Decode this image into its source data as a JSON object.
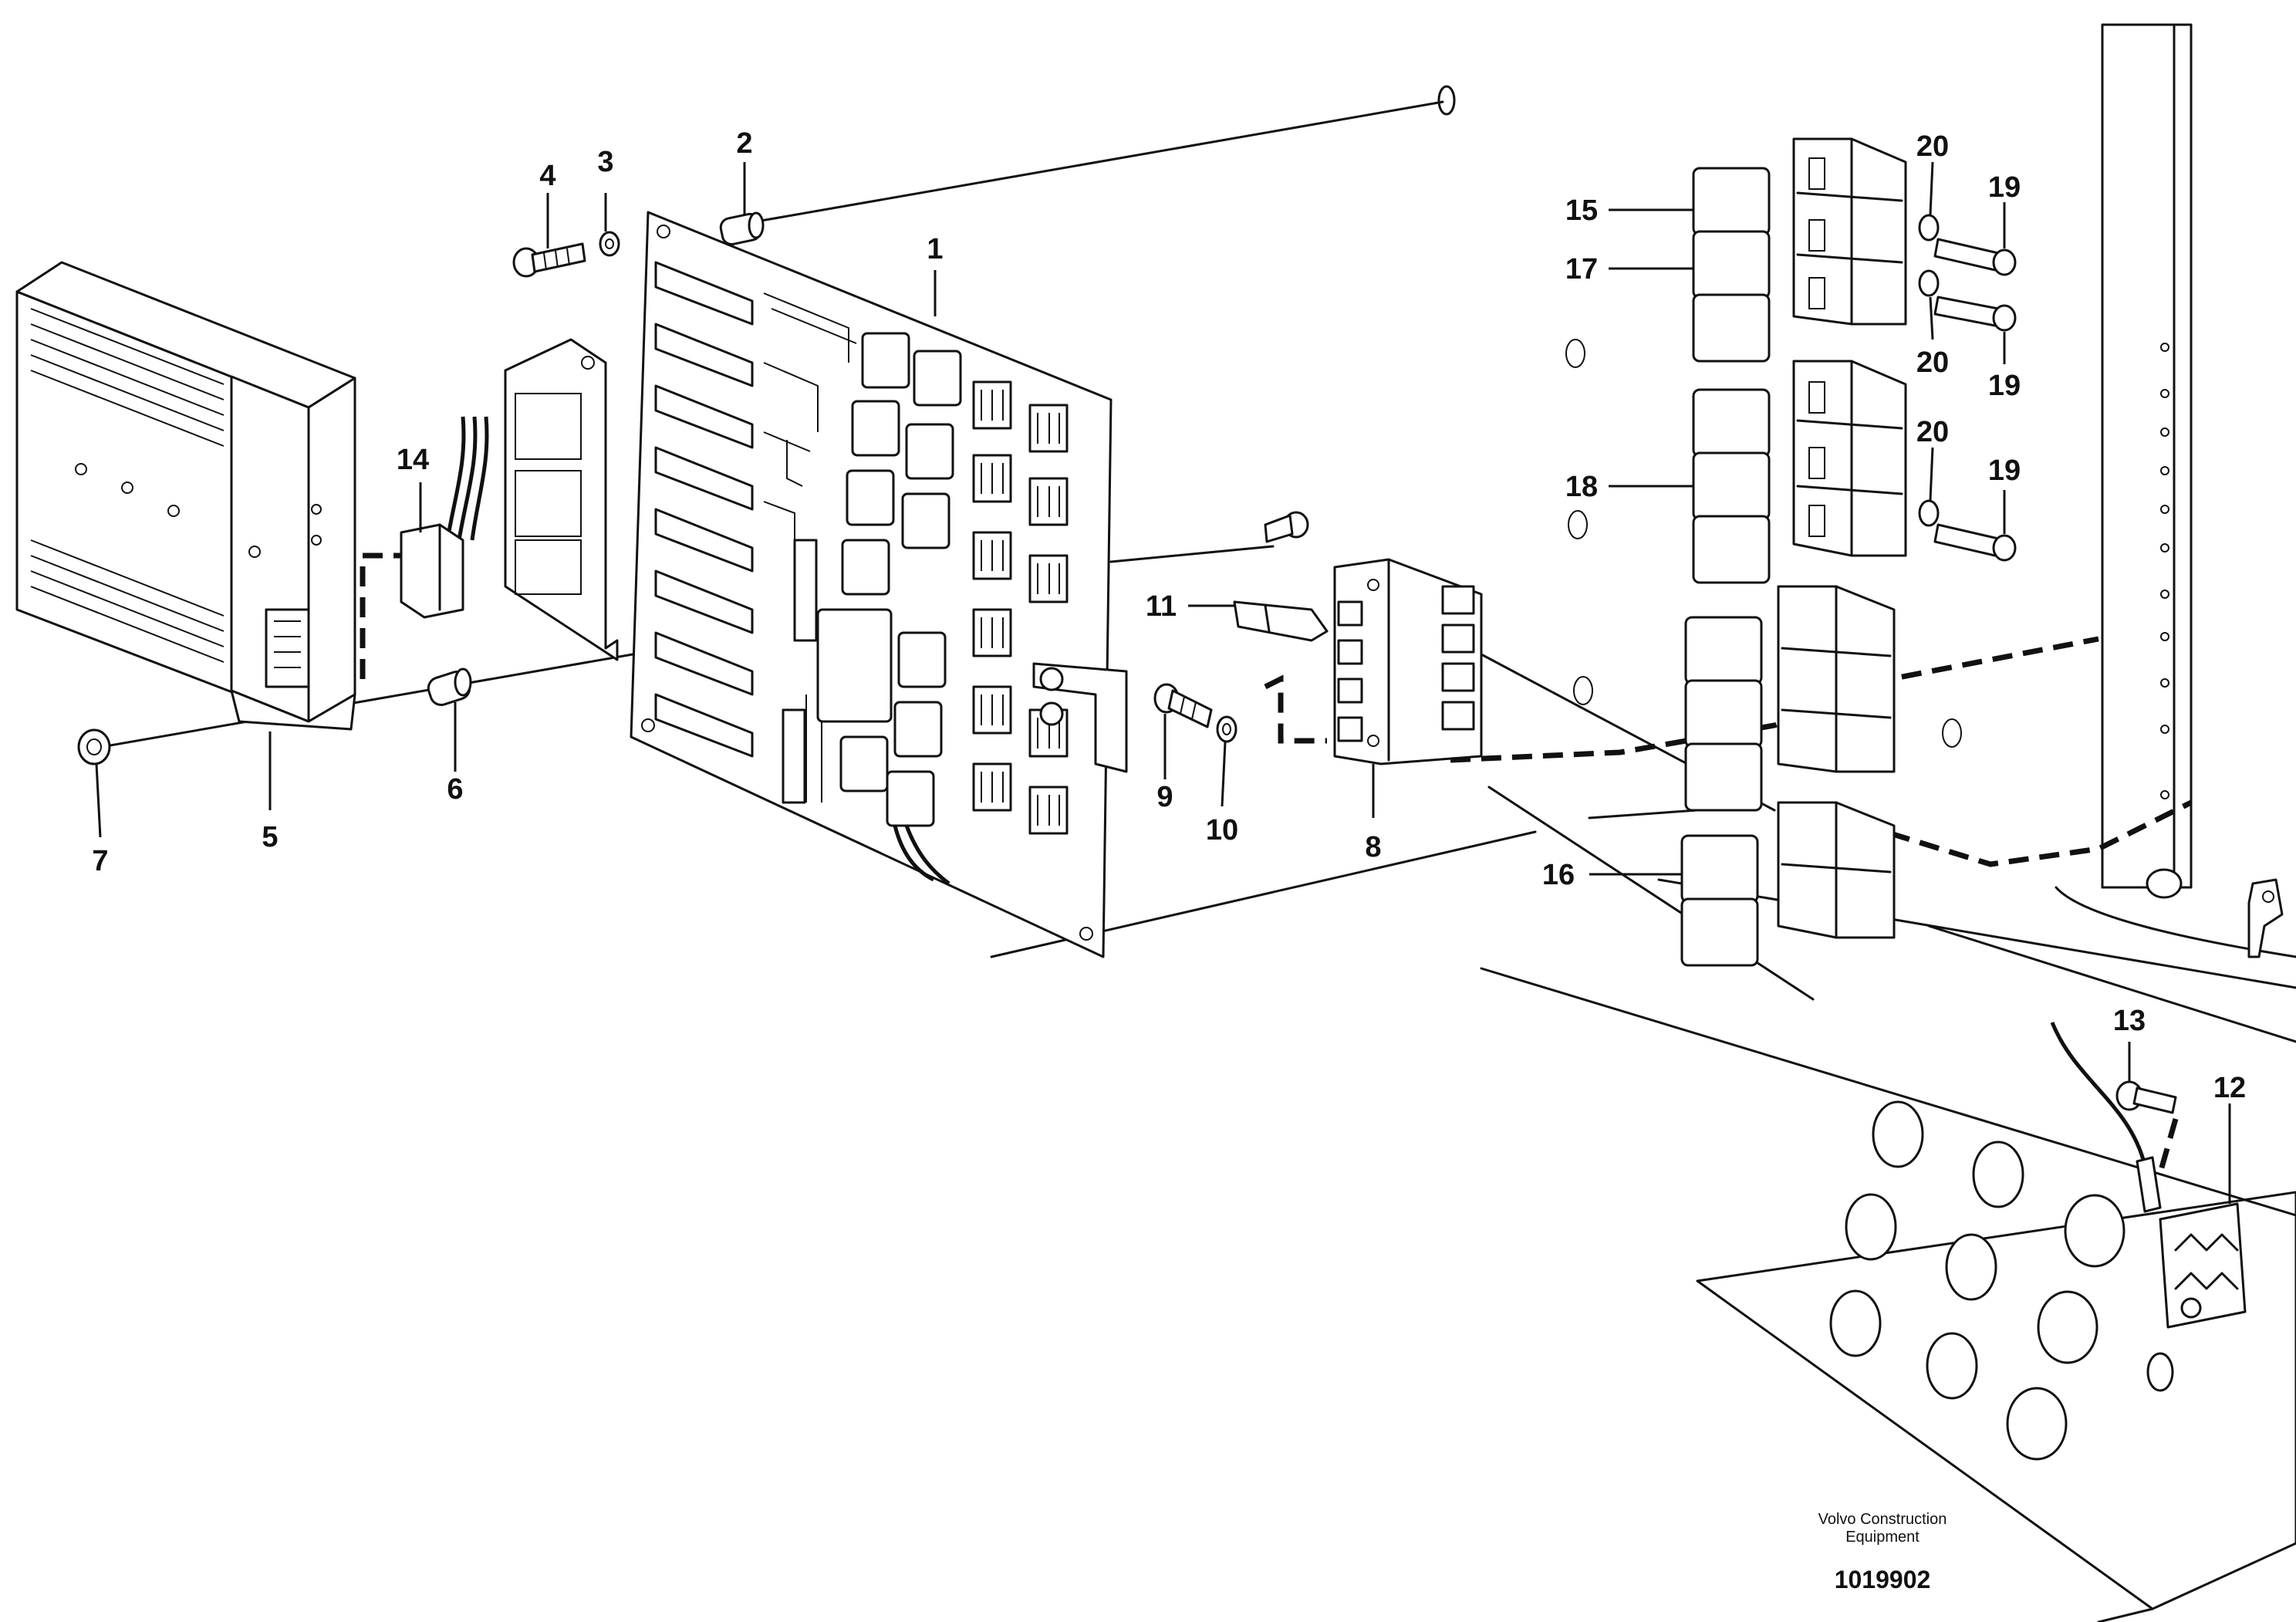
{
  "callouts": [
    {
      "id": "c1",
      "label": "1"
    },
    {
      "id": "c2",
      "label": "2"
    },
    {
      "id": "c3",
      "label": "3"
    },
    {
      "id": "c4",
      "label": "4"
    },
    {
      "id": "c5",
      "label": "5"
    },
    {
      "id": "c6",
      "label": "6"
    },
    {
      "id": "c7",
      "label": "7"
    },
    {
      "id": "c8",
      "label": "8"
    },
    {
      "id": "c9",
      "label": "9"
    },
    {
      "id": "c10",
      "label": "10"
    },
    {
      "id": "c11",
      "label": "11"
    },
    {
      "id": "c12",
      "label": "12"
    },
    {
      "id": "c13",
      "label": "13"
    },
    {
      "id": "c14",
      "label": "14"
    },
    {
      "id": "c15",
      "label": "15"
    },
    {
      "id": "c16",
      "label": "16"
    },
    {
      "id": "c17",
      "label": "17"
    },
    {
      "id": "c18",
      "label": "18"
    },
    {
      "id": "c19a",
      "label": "19"
    },
    {
      "id": "c19b",
      "label": "19"
    },
    {
      "id": "c19c",
      "label": "19"
    },
    {
      "id": "c20a",
      "label": "20"
    },
    {
      "id": "c20b",
      "label": "20"
    },
    {
      "id": "c20c",
      "label": "20"
    }
  ],
  "footer": {
    "company_line1": "Volvo Construction",
    "company_line2": "Equipment",
    "drawing_number": "1019902"
  }
}
